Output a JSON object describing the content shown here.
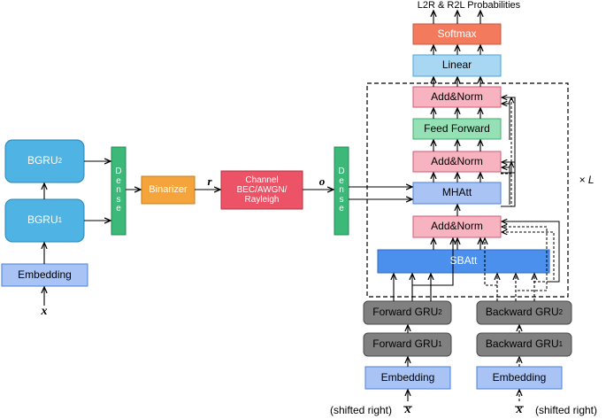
{
  "title": "L2R & R2L Probabilities",
  "encoder": {
    "bgru2": {
      "base": "BGRU",
      "sub": "2"
    },
    "bgru1": {
      "base": "BGRU",
      "sub": "1"
    },
    "embedding": "Embedding",
    "input_symbol": "x",
    "dense": [
      "D",
      "e",
      "n",
      "s",
      "e"
    ]
  },
  "channel": {
    "binarizer": "Binarizer",
    "r_symbol": "r",
    "name_line1": "Channel",
    "name_line2": "BEC/AWGN/",
    "name_line3": "Rayleigh",
    "o_symbol": "o",
    "dense": [
      "D",
      "e",
      "n",
      "s",
      "e"
    ]
  },
  "decoder": {
    "softmax": "Softmax",
    "linear": "Linear",
    "add_norm_top": "Add&Norm",
    "feed_forward": "Feed Forward",
    "add_norm_mid": "Add&Norm",
    "mhatt": "MHAtt",
    "add_norm_bottom": "Add&Norm",
    "sbatt": "SBAtt",
    "repeat": "× L",
    "forward_gru2": {
      "base": "Forward GRU",
      "sub": "2"
    },
    "forward_gru1": {
      "base": "Forward GRU",
      "sub": "1"
    },
    "backward_gru2": {
      "base": "Backward GRU",
      "sub": "2"
    },
    "backward_gru1": {
      "base": "Backward GRU",
      "sub": "1"
    },
    "embedding_left": "Embedding",
    "embedding_right": "Embedding",
    "shifted_left": "(shifted right)",
    "shifted_right": "(shifted right)",
    "x_symbol": "x"
  },
  "colors": {
    "bgru": "#4fb3e3",
    "embedding": "#a9c4f4",
    "dense": "#3cb878",
    "binarizer": "#f5a33b",
    "channel": "#ec5366",
    "softmax": "#f47a5d",
    "linear": "#a7d7f3",
    "add_norm": "#f7b3bf",
    "feed_forward": "#96e0b5",
    "mhatt": "#a9c4f4",
    "sbatt": "#4b90ed",
    "gru": "#808080"
  }
}
